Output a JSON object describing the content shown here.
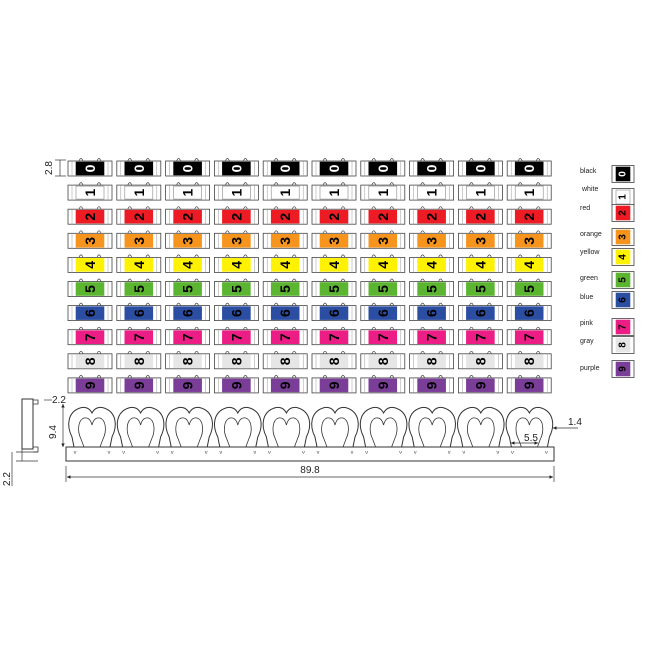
{
  "digits": [
    {
      "digit": "0",
      "label": "black",
      "color": "#000000",
      "text_color": "#ffffff"
    },
    {
      "digit": "1",
      "label": "white",
      "color": "#ffffff",
      "text_color": "#000000"
    },
    {
      "digit": "2",
      "label": "red",
      "color": "#ed1c24",
      "text_color": "#000000"
    },
    {
      "digit": "3",
      "label": "orange",
      "color": "#f7941d",
      "text_color": "#000000"
    },
    {
      "digit": "4",
      "label": "yellow",
      "color": "#fff200",
      "text_color": "#000000"
    },
    {
      "digit": "5",
      "label": "green",
      "color": "#5cb531",
      "text_color": "#000000"
    },
    {
      "digit": "6",
      "label": "blue",
      "color": "#2b4ea2",
      "text_color": "#000000"
    },
    {
      "digit": "7",
      "label": "pink",
      "color": "#ec1e86",
      "text_color": "#000000"
    },
    {
      "digit": "8",
      "label": "gray",
      "color": "#e6e6e6",
      "text_color": "#000000"
    },
    {
      "digit": "9",
      "label": "purple",
      "color": "#7b3e98",
      "text_color": "#000000"
    }
  ],
  "markers_per_strip": 10,
  "dimensions": {
    "marker_thickness": "2.8",
    "side_top": "2.2",
    "side_height": "9.4",
    "side_bottom": "2.2",
    "strip_length": "89.8",
    "opening": "5.5",
    "wall": "1.4"
  }
}
